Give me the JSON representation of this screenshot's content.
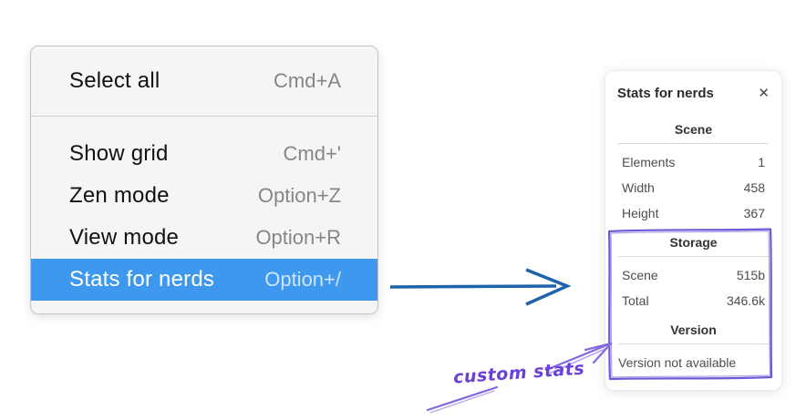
{
  "context_menu": {
    "groups": [
      {
        "items": [
          {
            "label": "Select all",
            "shortcut": "Cmd+A",
            "selected": false
          }
        ]
      },
      {
        "items": [
          {
            "label": "Show grid",
            "shortcut": "Cmd+'",
            "selected": false
          },
          {
            "label": "Zen mode",
            "shortcut": "Option+Z",
            "selected": false
          },
          {
            "label": "View mode",
            "shortcut": "Option+R",
            "selected": false
          },
          {
            "label": "Stats for nerds",
            "shortcut": "Option+/",
            "selected": true
          }
        ]
      }
    ]
  },
  "stats_panel": {
    "title": "Stats for nerds",
    "close_icon": "✕",
    "sections": [
      {
        "heading": "Scene",
        "rows": [
          {
            "label": "Elements",
            "value": "1"
          },
          {
            "label": "Width",
            "value": "458"
          },
          {
            "label": "Height",
            "value": "367"
          }
        ]
      },
      {
        "heading": "Storage",
        "rows": [
          {
            "label": "Scene",
            "value": "515b"
          },
          {
            "label": "Total",
            "value": "346.6k"
          }
        ]
      },
      {
        "heading": "Version",
        "rows": [],
        "note": "Version not available"
      }
    ]
  },
  "annotation": {
    "label": "custom stats"
  },
  "colors": {
    "menu_bg": "#f5f5f6",
    "menu_border": "#c4c4c4",
    "menu_text": "#111111",
    "menu_shortcut": "#868686",
    "highlight_bg": "#3d98ee",
    "highlight_text": "#ffffff",
    "highlight_shortcut": "#cfe5fb",
    "arrow_blue": "#1d63ac",
    "annotation_purple": "#7158d6",
    "annotation_text_purple": "#6b40d8",
    "panel_text": "#4e4e4e"
  }
}
